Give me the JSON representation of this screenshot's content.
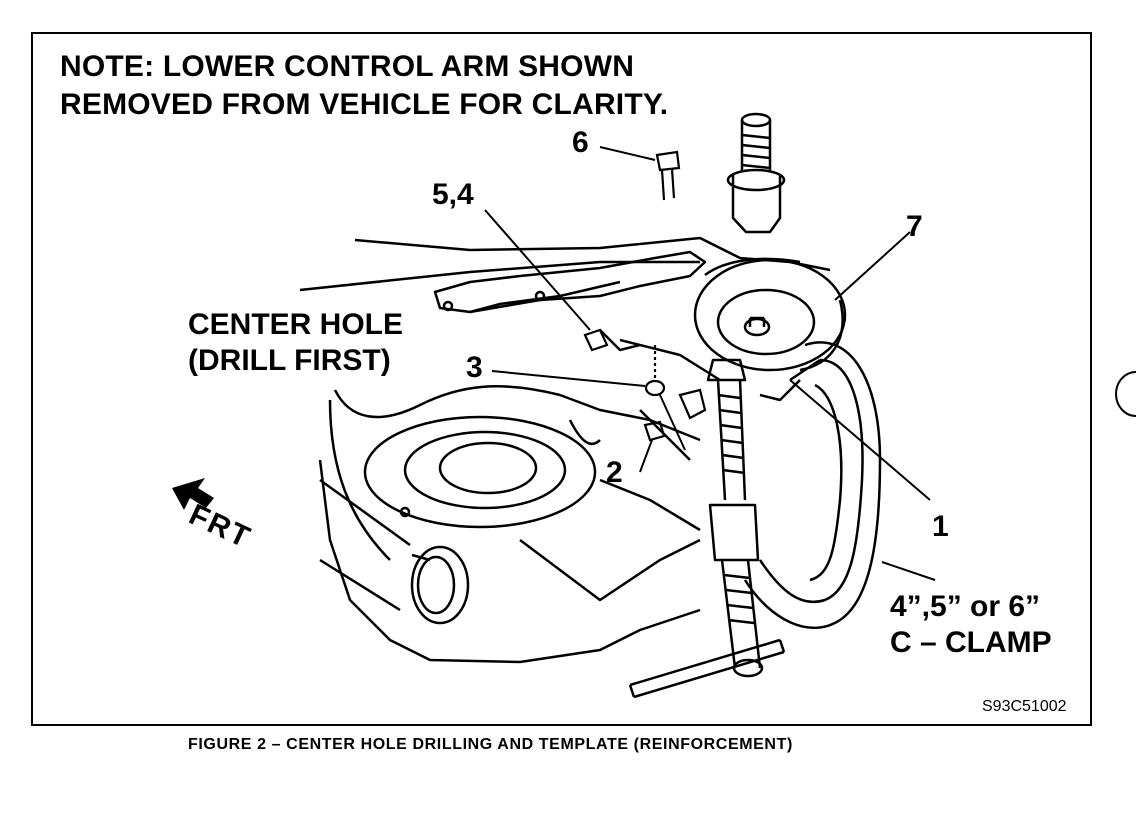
{
  "note": {
    "line1": "NOTE: LOWER CONTROL ARM SHOWN",
    "line2": "REMOVED FROM VEHICLE FOR CLARITY."
  },
  "callouts": {
    "c6": "6",
    "c54": "5,4",
    "c7": "7",
    "c3": "3",
    "c2": "2",
    "c1": "1"
  },
  "labels": {
    "center_hole_1": "CENTER HOLE",
    "center_hole_2": "(DRILL FIRST)",
    "clamp_1": "4”,5” or 6”",
    "clamp_2": "C – CLAMP",
    "frt": "FRT"
  },
  "figure_code": "S93C51002",
  "caption": "FIGURE 2 – CENTER HOLE DRILLING AND TEMPLATE (REINFORCEMENT)"
}
